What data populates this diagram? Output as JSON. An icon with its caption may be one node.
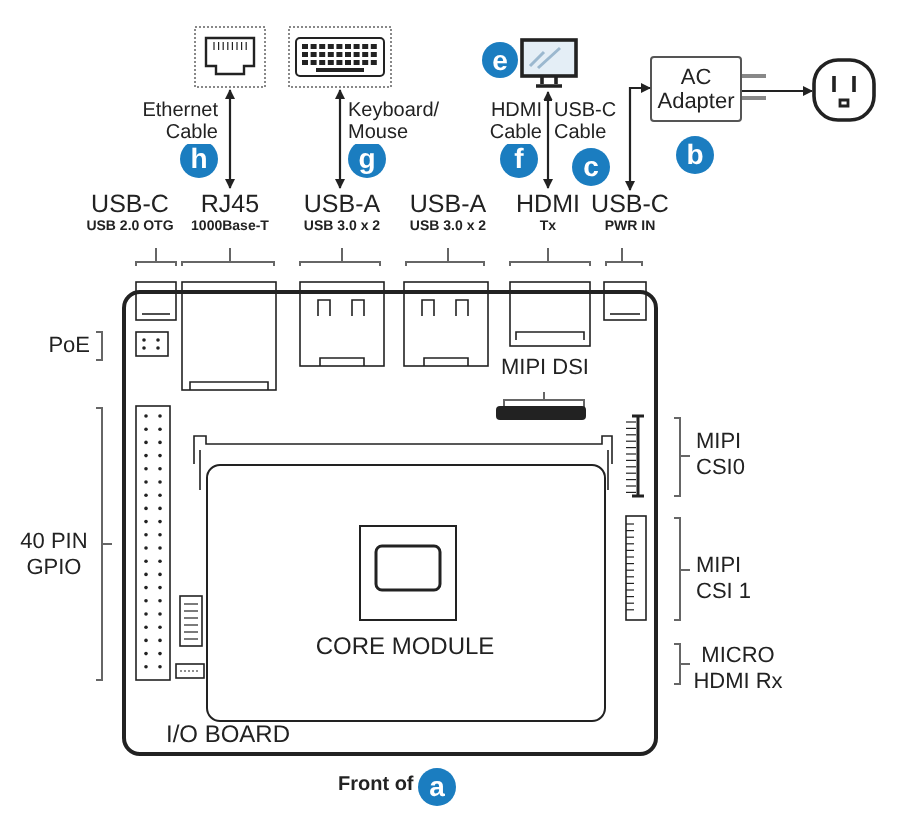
{
  "diagram": {
    "nodes": [
      {
        "text": [],
        "shape": "picture"
      },
      {
        "text": [],
        "shape": "picture"
      },
      {
        "text": [
          "e"
        ]
      },
      {
        "text": [],
        "shape": "picture"
      },
      {
        "text": [
          "AC Adapter"
        ]
      },
      {
        "text": [],
        "shape": "picture"
      },
      {
        "text": [
          "h"
        ]
      },
      {
        "text": [
          "g"
        ]
      },
      {
        "text": [
          "f"
        ]
      },
      {
        "text": [
          "c"
        ]
      },
      {
        "text": [
          "b"
        ]
      },
      {
        "text": [
          "RJ45",
          "1000Base-T"
        ]
      },
      {
        "text": [
          "USB-A",
          "USB 3.0 x 2"
        ]
      },
      {
        "text": [
          "HDMI",
          "Tx"
        ]
      },
      {
        "text": [
          "USB-C",
          "PWR IN"
        ]
      },
      {
        "text": [
          "I/O BOARD"
        ]
      },
      {
        "text": [
          "CORE MODULE"
        ],
        "in": 15
      },
      {
        "text": [
          "a"
        ],
        "beside": [
          "Front of"
        ]
      }
    ],
    "edges": [
      {
        "from": 0,
        "to": 11,
        "arrow": "both",
        "label": "Ethernet Cable"
      },
      {
        "from": 1,
        "to": 12,
        "arrow": "both",
        "label": "Keyboard/ Mouse"
      },
      {
        "from": 3,
        "to": 13,
        "arrow": "both",
        "label": "HDMI Cable"
      },
      {
        "from": 4,
        "to": 14,
        "arrow": "both",
        "label": "USB-C Cable"
      },
      {
        "from": 4,
        "to": 5,
        "arrow": "to"
      }
    ],
    "labels": [
      "USB-C",
      "USB 2.0 OTG",
      "USB-A",
      "USB 3.0 x 2",
      "PoE",
      "MIPI DSI",
      "MIPI CSI0",
      "40 PIN GPIO",
      "MIPI CSI 1",
      "MICRO HDMI Rx"
    ]
  }
}
